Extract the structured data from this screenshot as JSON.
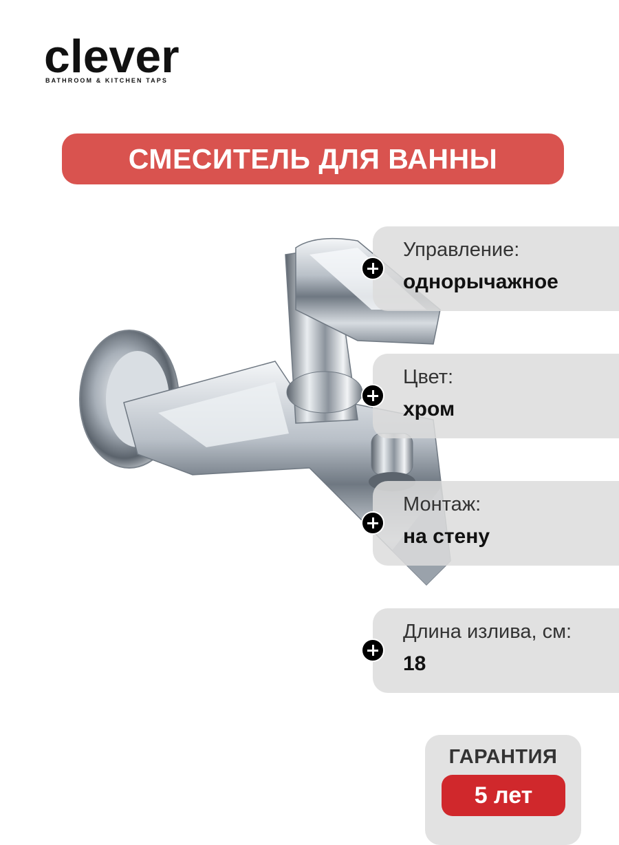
{
  "brand": {
    "name": "clever",
    "tagline": "BATHROOM & KITCHEN TAPS"
  },
  "title": "СМЕСИТЕЛЬ ДЛЯ ВАННЫ",
  "specs": [
    {
      "label": "Управление:",
      "value": "однорычажное"
    },
    {
      "label": "Цвет:",
      "value": "хром"
    },
    {
      "label": "Монтаж:",
      "value": "на стену"
    },
    {
      "label": "Длина излива, см:",
      "value": "18"
    }
  ],
  "warranty": {
    "label": "ГАРАНТИЯ",
    "value": "5 лет"
  },
  "colors": {
    "title_bg": "#d9534f",
    "warranty_bg": "#d0282c",
    "spec_bg": "#dcdcdc"
  },
  "icons": [
    "plus-icon"
  ]
}
